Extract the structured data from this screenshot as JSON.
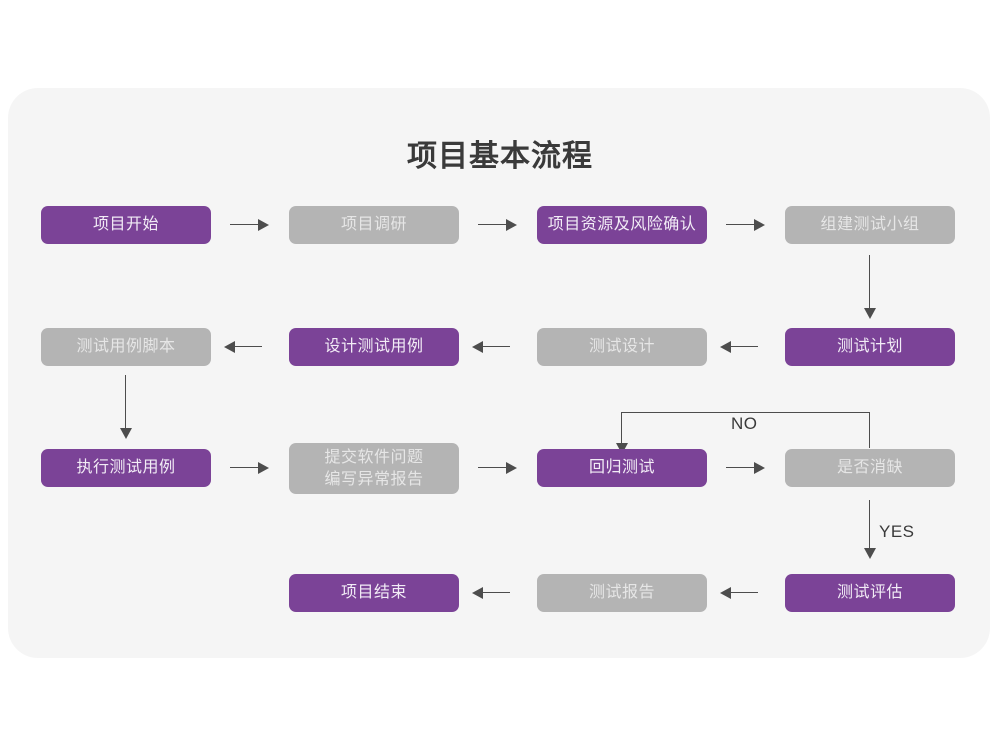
{
  "chart_data": {
    "type": "diagram",
    "title": "项目基本流程",
    "diagram_kind": "flowchart",
    "colors": {
      "canvas": "#ffffff",
      "card": "#f5f5f5",
      "purple": "#7b4397",
      "purple_text": "#f2ecf6",
      "gray": "#b4b4b4",
      "gray_text": "#e6e6e6",
      "connector": "#4d4d4d",
      "title_text": "#3a3a3a"
    },
    "nodes": [
      {
        "id": "n01",
        "label": "项目开始",
        "style": "purple",
        "row": 1,
        "col": 1
      },
      {
        "id": "n02",
        "label": "项目调研",
        "style": "gray",
        "row": 1,
        "col": 2
      },
      {
        "id": "n03",
        "label": "项目资源及风险确认",
        "style": "purple",
        "row": 1,
        "col": 3
      },
      {
        "id": "n04",
        "label": "组建测试小组",
        "style": "gray",
        "row": 1,
        "col": 4
      },
      {
        "id": "n05",
        "label": "测试用例脚本",
        "style": "gray",
        "row": 2,
        "col": 1
      },
      {
        "id": "n06",
        "label": "设计测试用例",
        "style": "purple",
        "row": 2,
        "col": 2
      },
      {
        "id": "n07",
        "label": "测试设计",
        "style": "gray",
        "row": 2,
        "col": 3
      },
      {
        "id": "n08",
        "label": "测试计划",
        "style": "purple",
        "row": 2,
        "col": 4
      },
      {
        "id": "n09",
        "label": "执行测试用例",
        "style": "purple",
        "row": 3,
        "col": 1
      },
      {
        "id": "n10",
        "label": "提交软件问题",
        "label2": "编写异常报告",
        "style": "gray",
        "row": 3,
        "col": 2
      },
      {
        "id": "n11",
        "label": "回归测试",
        "style": "purple",
        "row": 3,
        "col": 3
      },
      {
        "id": "n12",
        "label": "是否消缺",
        "style": "gray",
        "row": 3,
        "col": 4
      },
      {
        "id": "n13",
        "label": "项目结束",
        "style": "purple",
        "row": 4,
        "col": 2
      },
      {
        "id": "n14",
        "label": "测试报告",
        "style": "gray",
        "row": 4,
        "col": 3
      },
      {
        "id": "n15",
        "label": "测试评估",
        "style": "purple",
        "row": 4,
        "col": 4
      }
    ],
    "edges": [
      {
        "from": "n01",
        "to": "n02",
        "direction": "right",
        "label": ""
      },
      {
        "from": "n02",
        "to": "n03",
        "direction": "right",
        "label": ""
      },
      {
        "from": "n03",
        "to": "n04",
        "direction": "right",
        "label": ""
      },
      {
        "from": "n04",
        "to": "n08",
        "direction": "down",
        "label": ""
      },
      {
        "from": "n08",
        "to": "n07",
        "direction": "left",
        "label": ""
      },
      {
        "from": "n07",
        "to": "n06",
        "direction": "left",
        "label": ""
      },
      {
        "from": "n06",
        "to": "n05",
        "direction": "left",
        "label": ""
      },
      {
        "from": "n05",
        "to": "n09",
        "direction": "down",
        "label": ""
      },
      {
        "from": "n09",
        "to": "n10",
        "direction": "right",
        "label": ""
      },
      {
        "from": "n10",
        "to": "n11",
        "direction": "right",
        "label": ""
      },
      {
        "from": "n11",
        "to": "n12",
        "direction": "right",
        "label": ""
      },
      {
        "from": "n12",
        "to": "n11",
        "direction": "loop-up-left-down",
        "label": "NO"
      },
      {
        "from": "n12",
        "to": "n15",
        "direction": "down",
        "label": "YES"
      },
      {
        "from": "n15",
        "to": "n14",
        "direction": "left",
        "label": ""
      },
      {
        "from": "n14",
        "to": "n13",
        "direction": "left",
        "label": ""
      }
    ],
    "edge_labels": {
      "no": "NO",
      "yes": "YES"
    }
  }
}
